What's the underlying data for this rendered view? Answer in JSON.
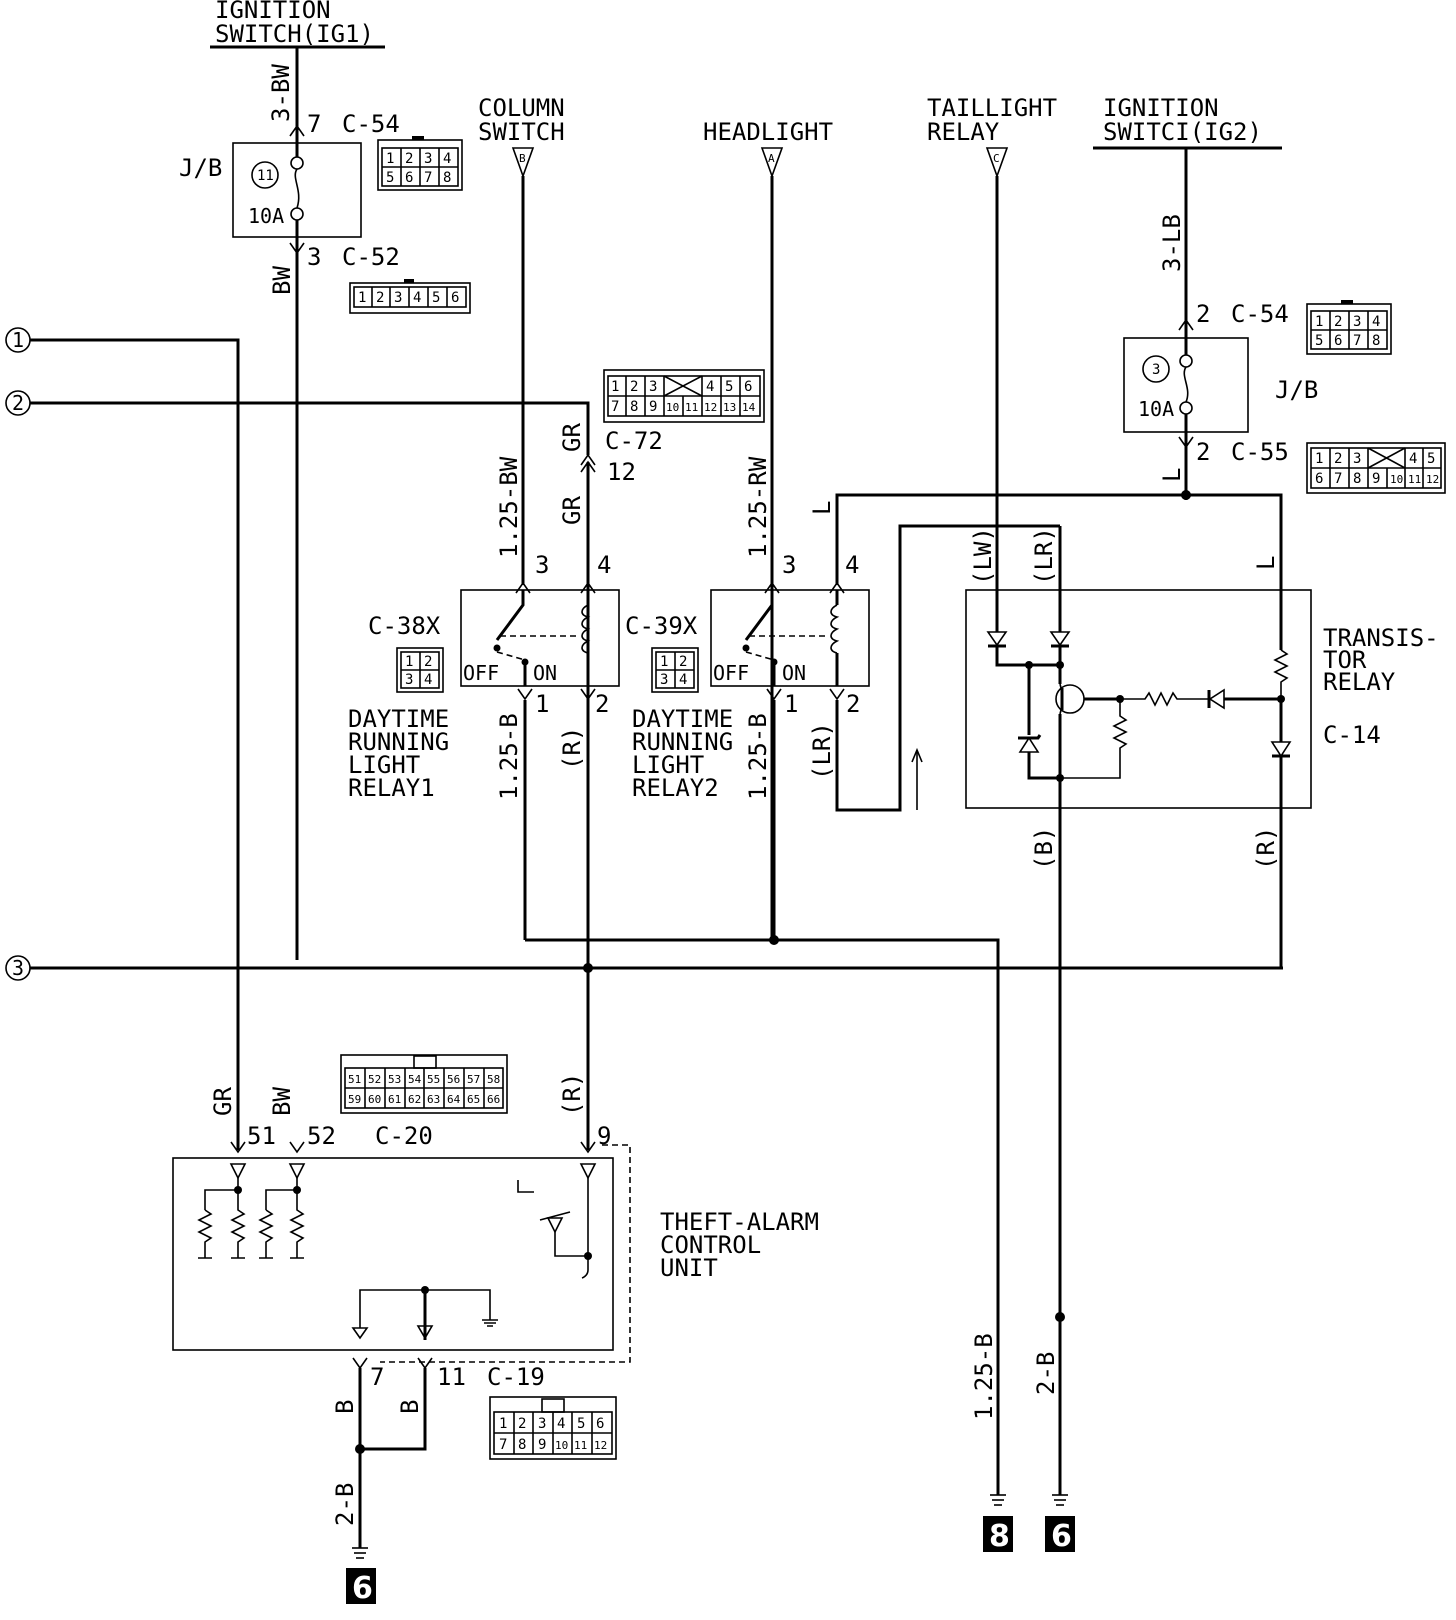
{
  "sources": {
    "ignition_ig1": [
      "IGNITION",
      "SWITCH(IG1)"
    ],
    "column_switch": [
      "COLUMN",
      "SWITCH"
    ],
    "column_switch_ref": "B",
    "headlight": "HEADLIGHT",
    "headlight_ref": "A",
    "taillight_relay": [
      "TAILLIGHT",
      "RELAY"
    ],
    "taillight_ref": "C",
    "ignition_ig2": [
      "IGNITION",
      "SWITCI(IG2)"
    ]
  },
  "offpage": [
    "1",
    "2",
    "3"
  ],
  "junction_blocks": {
    "left": {
      "label": "J/B",
      "fuse_no": "11",
      "rating": "10A",
      "pin_in": "7",
      "conn_in": "C-54",
      "pin_out": "3",
      "conn_out": "C-52"
    },
    "right": {
      "label": "J/B",
      "fuse_no": "3",
      "rating": "10A",
      "pin_in": "2",
      "conn_in": "C-54",
      "pin_out": "2",
      "conn_out": "C-55"
    }
  },
  "wires": {
    "ig1": "3-BW",
    "bw": "BW",
    "ig2": "3-LB",
    "l": "L",
    "l2": "L",
    "l3": "L",
    "col_bw": "1.25-BW",
    "gr": "GR",
    "gr2": "GR",
    "head_rw": "1.25-RW",
    "relay1_out": "1.25-B",
    "relay1_r": "(R)",
    "relay2_out": "1.25-B",
    "relay2_lr": "(LR)",
    "lw": "(LW)",
    "lr": "(LR)",
    "b": "(B)",
    "r": "(R)",
    "tau_gr": "GR",
    "tau_bw": "BW",
    "tau_r": "(R)",
    "gnd_b1": "B",
    "gnd_b2": "B",
    "gnd_2b": "2-B",
    "gnd8": "1.25-B",
    "gnd6r": "2-B"
  },
  "connector_c72": {
    "name": "C-72",
    "pin": "12"
  },
  "relay1": {
    "conn": "C-38X",
    "pin3": "3",
    "pin4": "4",
    "pin1": "1",
    "pin2": "2",
    "off": "OFF",
    "on": "ON",
    "name": [
      "DAYTIME",
      "RUNNING",
      "LIGHT",
      "RELAY1"
    ]
  },
  "relay2": {
    "conn": "C-39X",
    "pin3": "3",
    "pin4": "4",
    "pin1": "1",
    "pin2": "2",
    "off": "OFF",
    "on": "ON",
    "name": [
      "DAYTIME",
      "RUNNING",
      "LIGHT",
      "RELAY2"
    ]
  },
  "transistor_relay": {
    "name": [
      "TRANSIS-",
      "TOR",
      "RELAY"
    ],
    "conn": "C-14"
  },
  "theft_alarm": {
    "name": [
      "THEFT-ALARM",
      "CONTROL",
      "UNIT"
    ],
    "conn": "C-20",
    "pin51": "51",
    "pin52": "52",
    "pin9": "9",
    "conn_gnd": "C-19",
    "pin7": "7",
    "pin11": "11"
  },
  "grounds": [
    "6",
    "8",
    "6"
  ],
  "connector_faces": {
    "c54": [
      [
        "1",
        "2",
        "3",
        "4"
      ],
      [
        "5",
        "6",
        "7",
        "8"
      ]
    ],
    "c52": [
      [
        "1",
        "2",
        "3",
        "4",
        "5",
        "6"
      ]
    ],
    "c72": [
      [
        "1",
        "2",
        "3",
        "",
        "4",
        "5",
        "6"
      ],
      [
        "7",
        "8",
        "9",
        "10",
        "11",
        "12",
        "13",
        "14"
      ]
    ],
    "c55": [
      [
        "1",
        "2",
        "3",
        "",
        "4",
        "5"
      ],
      [
        "6",
        "7",
        "8",
        "9",
        "10",
        "11",
        "12"
      ]
    ],
    "c38": [
      [
        "1",
        "2"
      ],
      [
        "3",
        "4"
      ]
    ],
    "c20": [
      [
        "51",
        "52",
        "53",
        "54",
        "55",
        "56",
        "57",
        "58"
      ],
      [
        "59",
        "60",
        "61",
        "62",
        "63",
        "64",
        "65",
        "66"
      ]
    ],
    "c19": [
      [
        "1",
        "2",
        "3",
        "4",
        "5",
        "6"
      ],
      [
        "7",
        "8",
        "9",
        "10",
        "11",
        "12"
      ]
    ]
  }
}
